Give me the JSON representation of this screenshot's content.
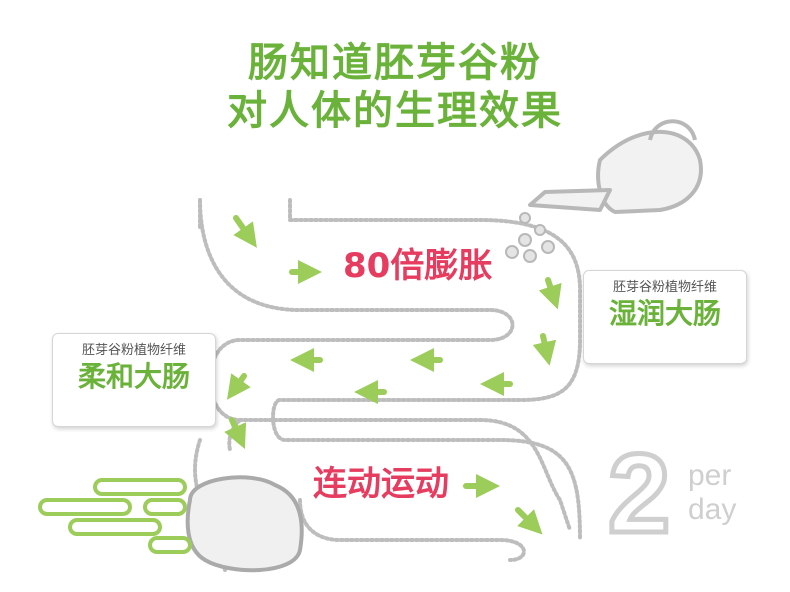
{
  "title": {
    "line1": "肠知道胚芽谷粉",
    "line2": "对人体的生理效果"
  },
  "steps": {
    "expand": "80倍膨胀",
    "move": "连动运动"
  },
  "bubble_right": {
    "small": "胚芽谷粉植物纤维",
    "big": "湿润大肠"
  },
  "bubble_left": {
    "small": "胚芽谷粉植物纤维",
    "big": "柔和大肠"
  },
  "badge": {
    "number": "2",
    "per": "per",
    "day": "day"
  },
  "colors": {
    "accent_green": "#6ab23a",
    "arrow_green": "#9ccc5a",
    "highlight_red": "#e63c5f",
    "outline_gray": "#bdbdbd"
  },
  "icons": [
    "watering-can-icon",
    "arrow-icon",
    "pillow-icon",
    "capsule-icon"
  ]
}
